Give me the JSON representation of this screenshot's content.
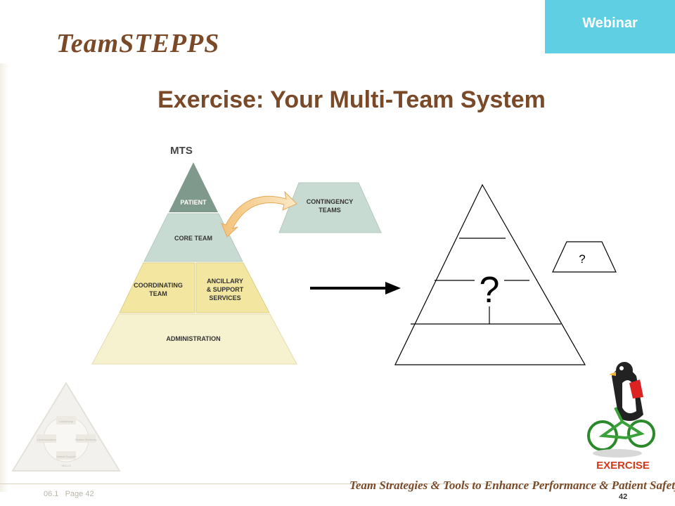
{
  "header": {
    "logo_text": "TeamSTEPPS",
    "webinar_label": "Webinar"
  },
  "slide": {
    "title": "Exercise: Your Multi-Team System"
  },
  "mts_diagram": {
    "heading": "MTS",
    "patient": "PATIENT",
    "core_team": "CORE TEAM",
    "coordinating_line1": "COORDINATING",
    "coordinating_line2": "TEAM",
    "ancillary_line1": "ANCILLARY",
    "ancillary_line2": "& SUPPORT",
    "ancillary_line3": "SERVICES",
    "administration": "ADMINISTRATION",
    "contingency_line1": "CONTINGENCY",
    "contingency_line2": "TEAMS"
  },
  "blank_diagram": {
    "center_question": "?",
    "side_question": "?"
  },
  "watermark": {
    "labels": [
      "Leadership",
      "Communication",
      "Situation Monitoring",
      "Mutual Support",
      "SKILLS"
    ]
  },
  "exercise_badge": {
    "label": "EXERCISE"
  },
  "footer": {
    "module": "06.1",
    "page_label": "Page 42",
    "tagline": "Team Strategies & Tools to Enhance Performance & Patient Safety",
    "page_number": "42"
  },
  "colors": {
    "brand_brown": "#7a4a28",
    "webinar_cyan": "#5fd0e3",
    "patient_green": "#7f9a8c",
    "core_green": "#c8dbd2",
    "coordinating_yellow": "#f2e6a0",
    "administration_cream": "#f6f1cf"
  }
}
